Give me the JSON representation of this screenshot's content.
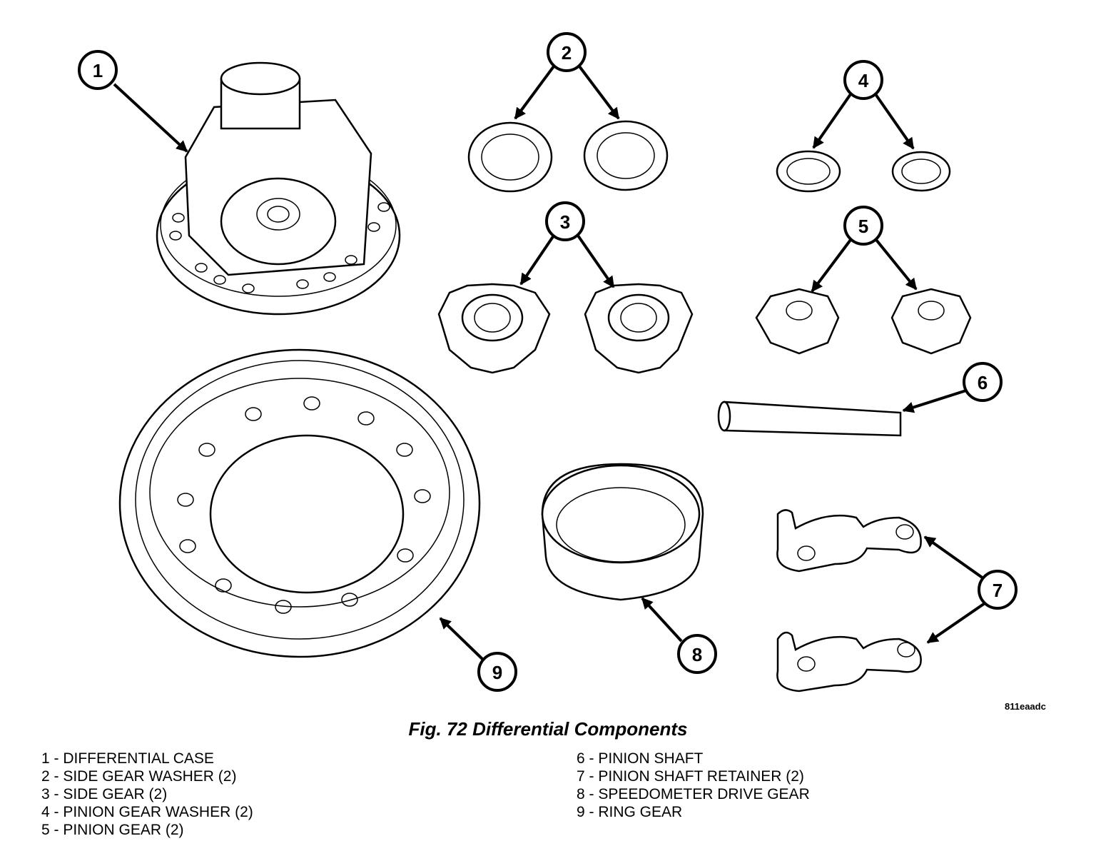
{
  "figure": {
    "code": "811eaadc",
    "caption": "Fig. 72 Differential Components"
  },
  "callouts": [
    "1",
    "2",
    "3",
    "4",
    "5",
    "6",
    "7",
    "8",
    "9"
  ],
  "legend": {
    "left": [
      "1 - DIFFERENTIAL CASE",
      "2 - SIDE GEAR WASHER (2)",
      "3 - SIDE GEAR (2)",
      "4 - PINION GEAR WASHER (2)",
      "5 - PINION GEAR (2)"
    ],
    "right": [
      "6 - PINION SHAFT",
      "7 - PINION SHAFT RETAINER (2)",
      "8 - SPEEDOMETER DRIVE GEAR",
      "9 - RING GEAR"
    ]
  }
}
